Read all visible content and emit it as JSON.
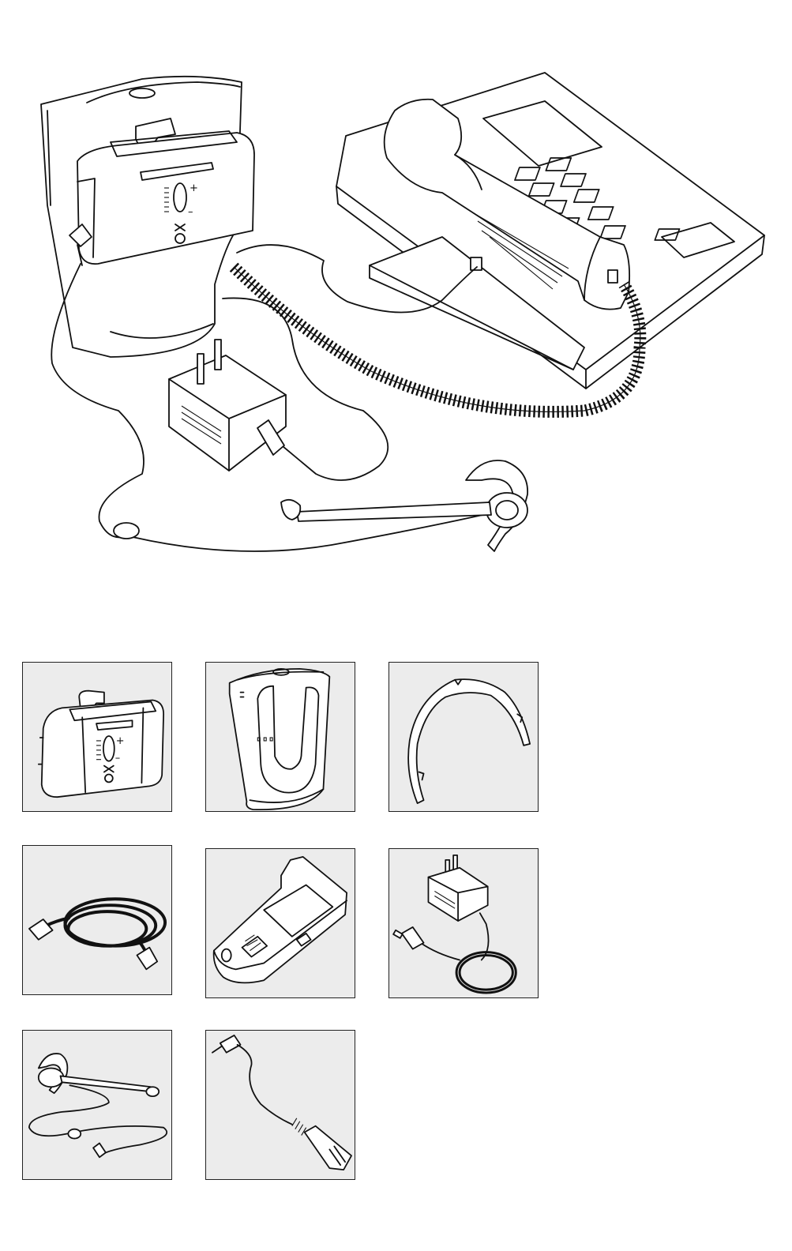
{
  "colors": {
    "page_background": "#ffffff",
    "tile_background": "#ececec",
    "line": "#111111"
  },
  "main_illustration": {
    "base_unit_labels": {
      "volume_plus": "+",
      "volume_minus": "–"
    }
  },
  "tiles": [
    {
      "id": "amplifier",
      "icon": "amplifier-icon",
      "plus": "+",
      "minus": "–"
    },
    {
      "id": "base-holder",
      "icon": "base-holder-icon"
    },
    {
      "id": "handset-lifter",
      "icon": "handset-lifter-icon"
    },
    {
      "id": "telephone-cord",
      "icon": "telephone-cord-icon"
    },
    {
      "id": "base-plate",
      "icon": "base-plate-icon"
    },
    {
      "id": "power-adapter",
      "icon": "power-adapter-icon"
    },
    {
      "id": "headset",
      "icon": "headset-icon"
    },
    {
      "id": "adapter-cable",
      "icon": "adapter-cable-icon"
    }
  ]
}
